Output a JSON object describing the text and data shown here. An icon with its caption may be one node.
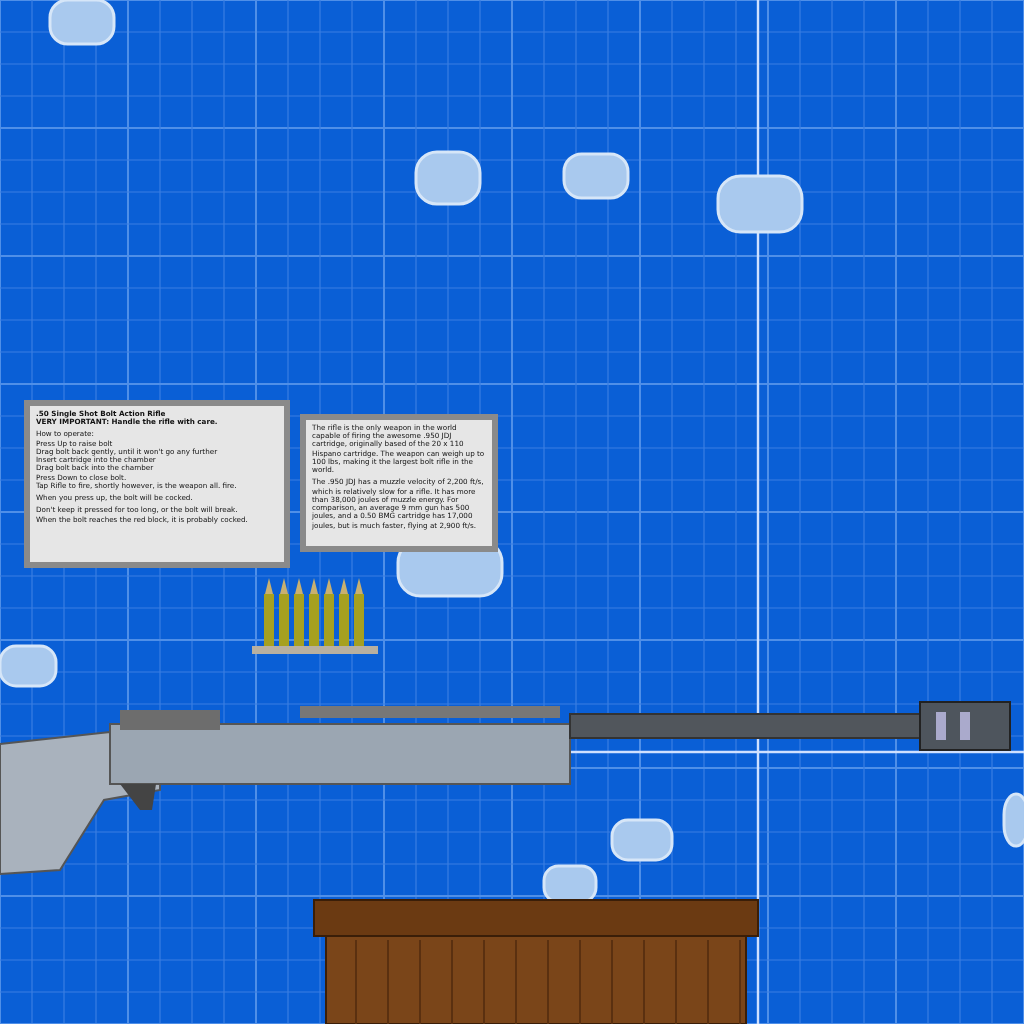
{
  "diagram": {
    "nodes": [
      {
        "text": [
          ".50 Single Shot Bolt Action Rifle",
          "VERY IMPORTANT: Handle the rifle with care.",
          "How to operate:",
          "Press Up to raise bolt",
          "Drag bolt back gently, until it won't go any further",
          "Insert cartridge into the chamber",
          "Drag bolt back into the chamber",
          "Press Down to close bolt.",
          "Tap Rifle to fire, shortly however, is the weapon all. fire.",
          "When you press up, the bolt will be cocked.",
          "Don't keep it pressed for too long, or the bolt will break.",
          "When the bolt reaches the red block, it is probably cocked."
        ]
      },
      {
        "text": [
          "The rifle is the only weapon in the world capable of firing the awesome .950 JDJ cartridge, originally based of the 20 x 110 Hispano cartridge. The weapon can weigh up to 100 lbs, making it the largest bolt rifle in the world.",
          "The .950 JDJ has a muzzle velocity of 2,200 ft/s, which is relatively slow for a rifle. It has more than 38,000 joules of muzzle energy. For comparison, an average 9 mm gun has 500 joules, and a 0.50 BMG cartridge has 17,000 joules, but is much faster, flying at 2,900 ft/s."
        ]
      }
    ]
  }
}
